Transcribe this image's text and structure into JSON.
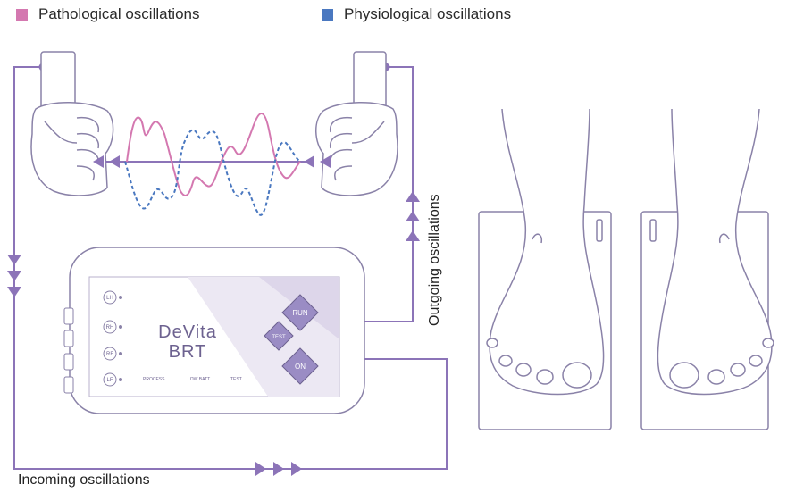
{
  "legend": {
    "pathological": {
      "label": "Pathological oscillations",
      "color": "#d478b0"
    },
    "physiological": {
      "label": "Physiological oscillations",
      "color": "#4a78c0"
    }
  },
  "captions": {
    "incoming": "Incoming oscillations",
    "outgoing": "Outgoing oscillations"
  },
  "device": {
    "brand_line1": "DeVita",
    "brand_line2": "BRT",
    "buttons": {
      "run": "RUN",
      "test": "TEST",
      "on": "ON"
    },
    "channels": [
      "LH",
      "RH",
      "RF",
      "LF"
    ],
    "indicators": [
      "PROCESS",
      "LOW BATT",
      "TEST"
    ]
  },
  "colors": {
    "line": "#8c74b8",
    "outline": "#8a82a8",
    "device_panel": "#ece8f3",
    "button": "#9a8cc4"
  }
}
